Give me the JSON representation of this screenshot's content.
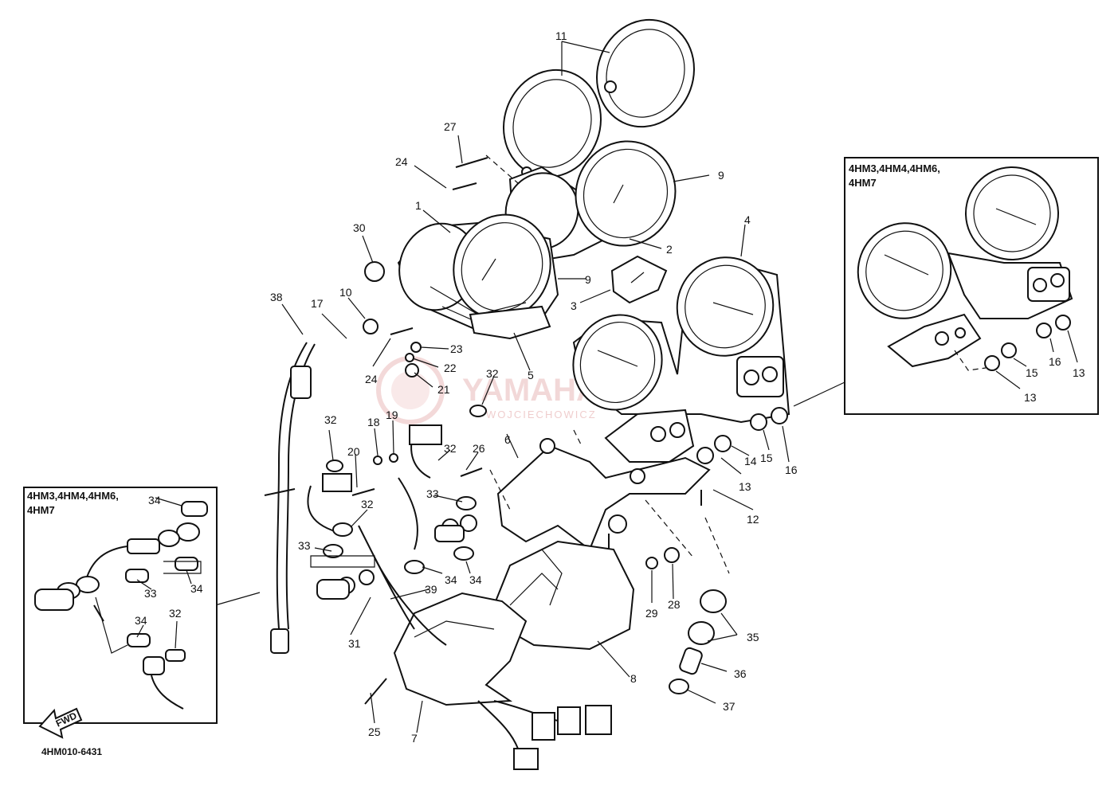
{
  "diagram": {
    "drawing_code": "4HM010-6431",
    "fwd_label": "FWD",
    "inset_right": {
      "title_line1": "4HM3,4HM4,4HM6,",
      "title_line2": "4HM7"
    },
    "inset_left": {
      "title_line1": "4HM3,4HM4,4HM6,",
      "title_line2": "4HM7"
    },
    "watermark": {
      "brand": "YAMAHAKLUB.PL",
      "sub": "WOJCIECHOWICZ"
    },
    "callouts": {
      "c1": "1",
      "c2": "2",
      "c3": "3",
      "c4": "4",
      "c5": "5",
      "c6": "6",
      "c7": "7",
      "c8": "8",
      "c9a": "9",
      "c9b": "9",
      "c10": "10",
      "c11": "11",
      "c12": "12",
      "c13a": "13",
      "c13b": "13",
      "c13c": "13",
      "c14": "14",
      "c15a": "15",
      "c15b": "15",
      "c16a": "16",
      "c16b": "16",
      "c17": "17",
      "c18": "18",
      "c19": "19",
      "c20": "20",
      "c21": "21",
      "c22": "22",
      "c23": "23",
      "c24a": "24",
      "c24b": "24",
      "c25": "25",
      "c26": "26",
      "c27": "27",
      "c28": "28",
      "c29": "29",
      "c30": "30",
      "c31": "31",
      "c32a": "32",
      "c32b": "32",
      "c32c": "32",
      "c32d": "32",
      "c32e": "32",
      "c33a": "33",
      "c33b": "33",
      "c33c": "33",
      "c34a": "34",
      "c34b": "34",
      "c34c": "34",
      "c34d": "34",
      "c34e": "34",
      "c35": "35",
      "c36": "36",
      "c37": "37",
      "c38": "38",
      "c39": "39"
    }
  }
}
